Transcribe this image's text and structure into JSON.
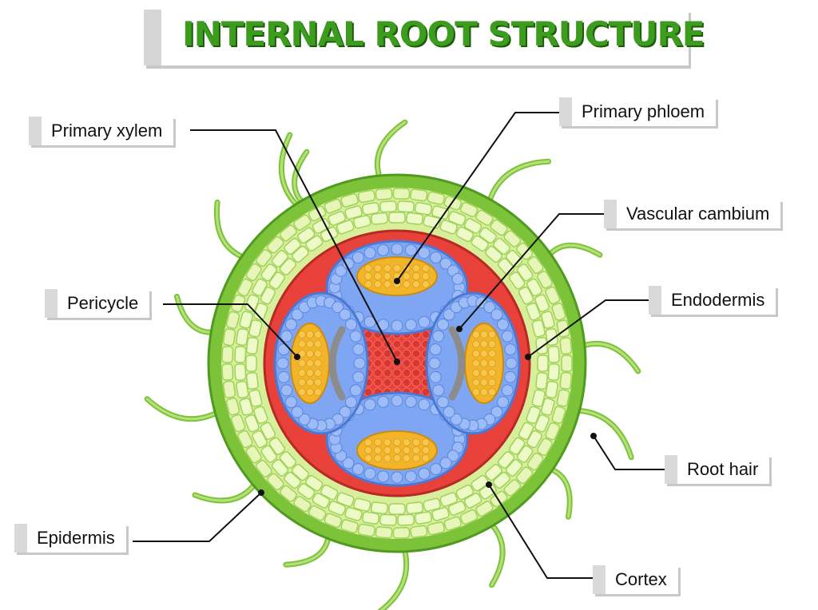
{
  "title": "INTERNAL ROOT STRUCTURE",
  "labels": {
    "primary_xylem": "Primary xylem",
    "primary_phloem": "Primary phloem",
    "vascular_cambium": "Vascular cambium",
    "pericycle": "Pericycle",
    "endodermis": "Endodermis",
    "root_hair": "Root hair",
    "epidermis": "Epidermis",
    "cortex": "Cortex"
  },
  "colors": {
    "title_green": "#3c9c1e",
    "epidermis_green": "#7cc33a",
    "cortex_cell": "#e7f5b8",
    "endodermis_red": "#e8413a",
    "pericycle_blue": "#7fa6f2",
    "phloem_yellow": "#f2b52a",
    "cambium_gray": "#8c8c8c"
  }
}
